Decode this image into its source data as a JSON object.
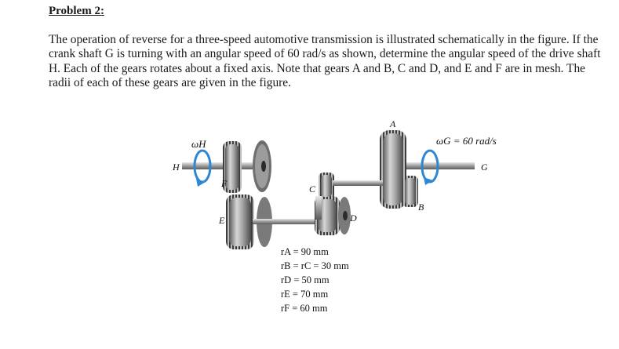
{
  "problem": {
    "heading": "Problem 2:",
    "text": "The operation of reverse for a three-speed automotive transmission is illustrated schematically in the figure. If the crank shaft G is turning with an angular speed of 60 rad/s as shown, determine the angular speed of the drive shaft H. Each of the gears rotates about a fixed axis. Note that gears A and B, C and D, and E and F are in mesh. The radii of each of these gears are given in the figure."
  },
  "figure": {
    "omega_h": "ωH",
    "omega_g": "ωG = 60 rad/s",
    "shaft_h": "H",
    "shaft_g": "G",
    "gear_a": "A",
    "gear_b": "B",
    "gear_c": "C",
    "gear_d": "D",
    "gear_e": "E",
    "gear_f": "F",
    "radii": [
      "rA = 90 mm",
      "rB = rC = 30 mm",
      "rD = 50 mm",
      "rE = 70 mm",
      "rF = 60 mm"
    ],
    "colors": {
      "gear_body": "#8f8f8f",
      "gear_teeth": "#3a3a3a",
      "gear_highlight": "#d8d8d8",
      "shaft": "#9a9a9a",
      "rotation_arrow": "#2e86d6"
    }
  }
}
